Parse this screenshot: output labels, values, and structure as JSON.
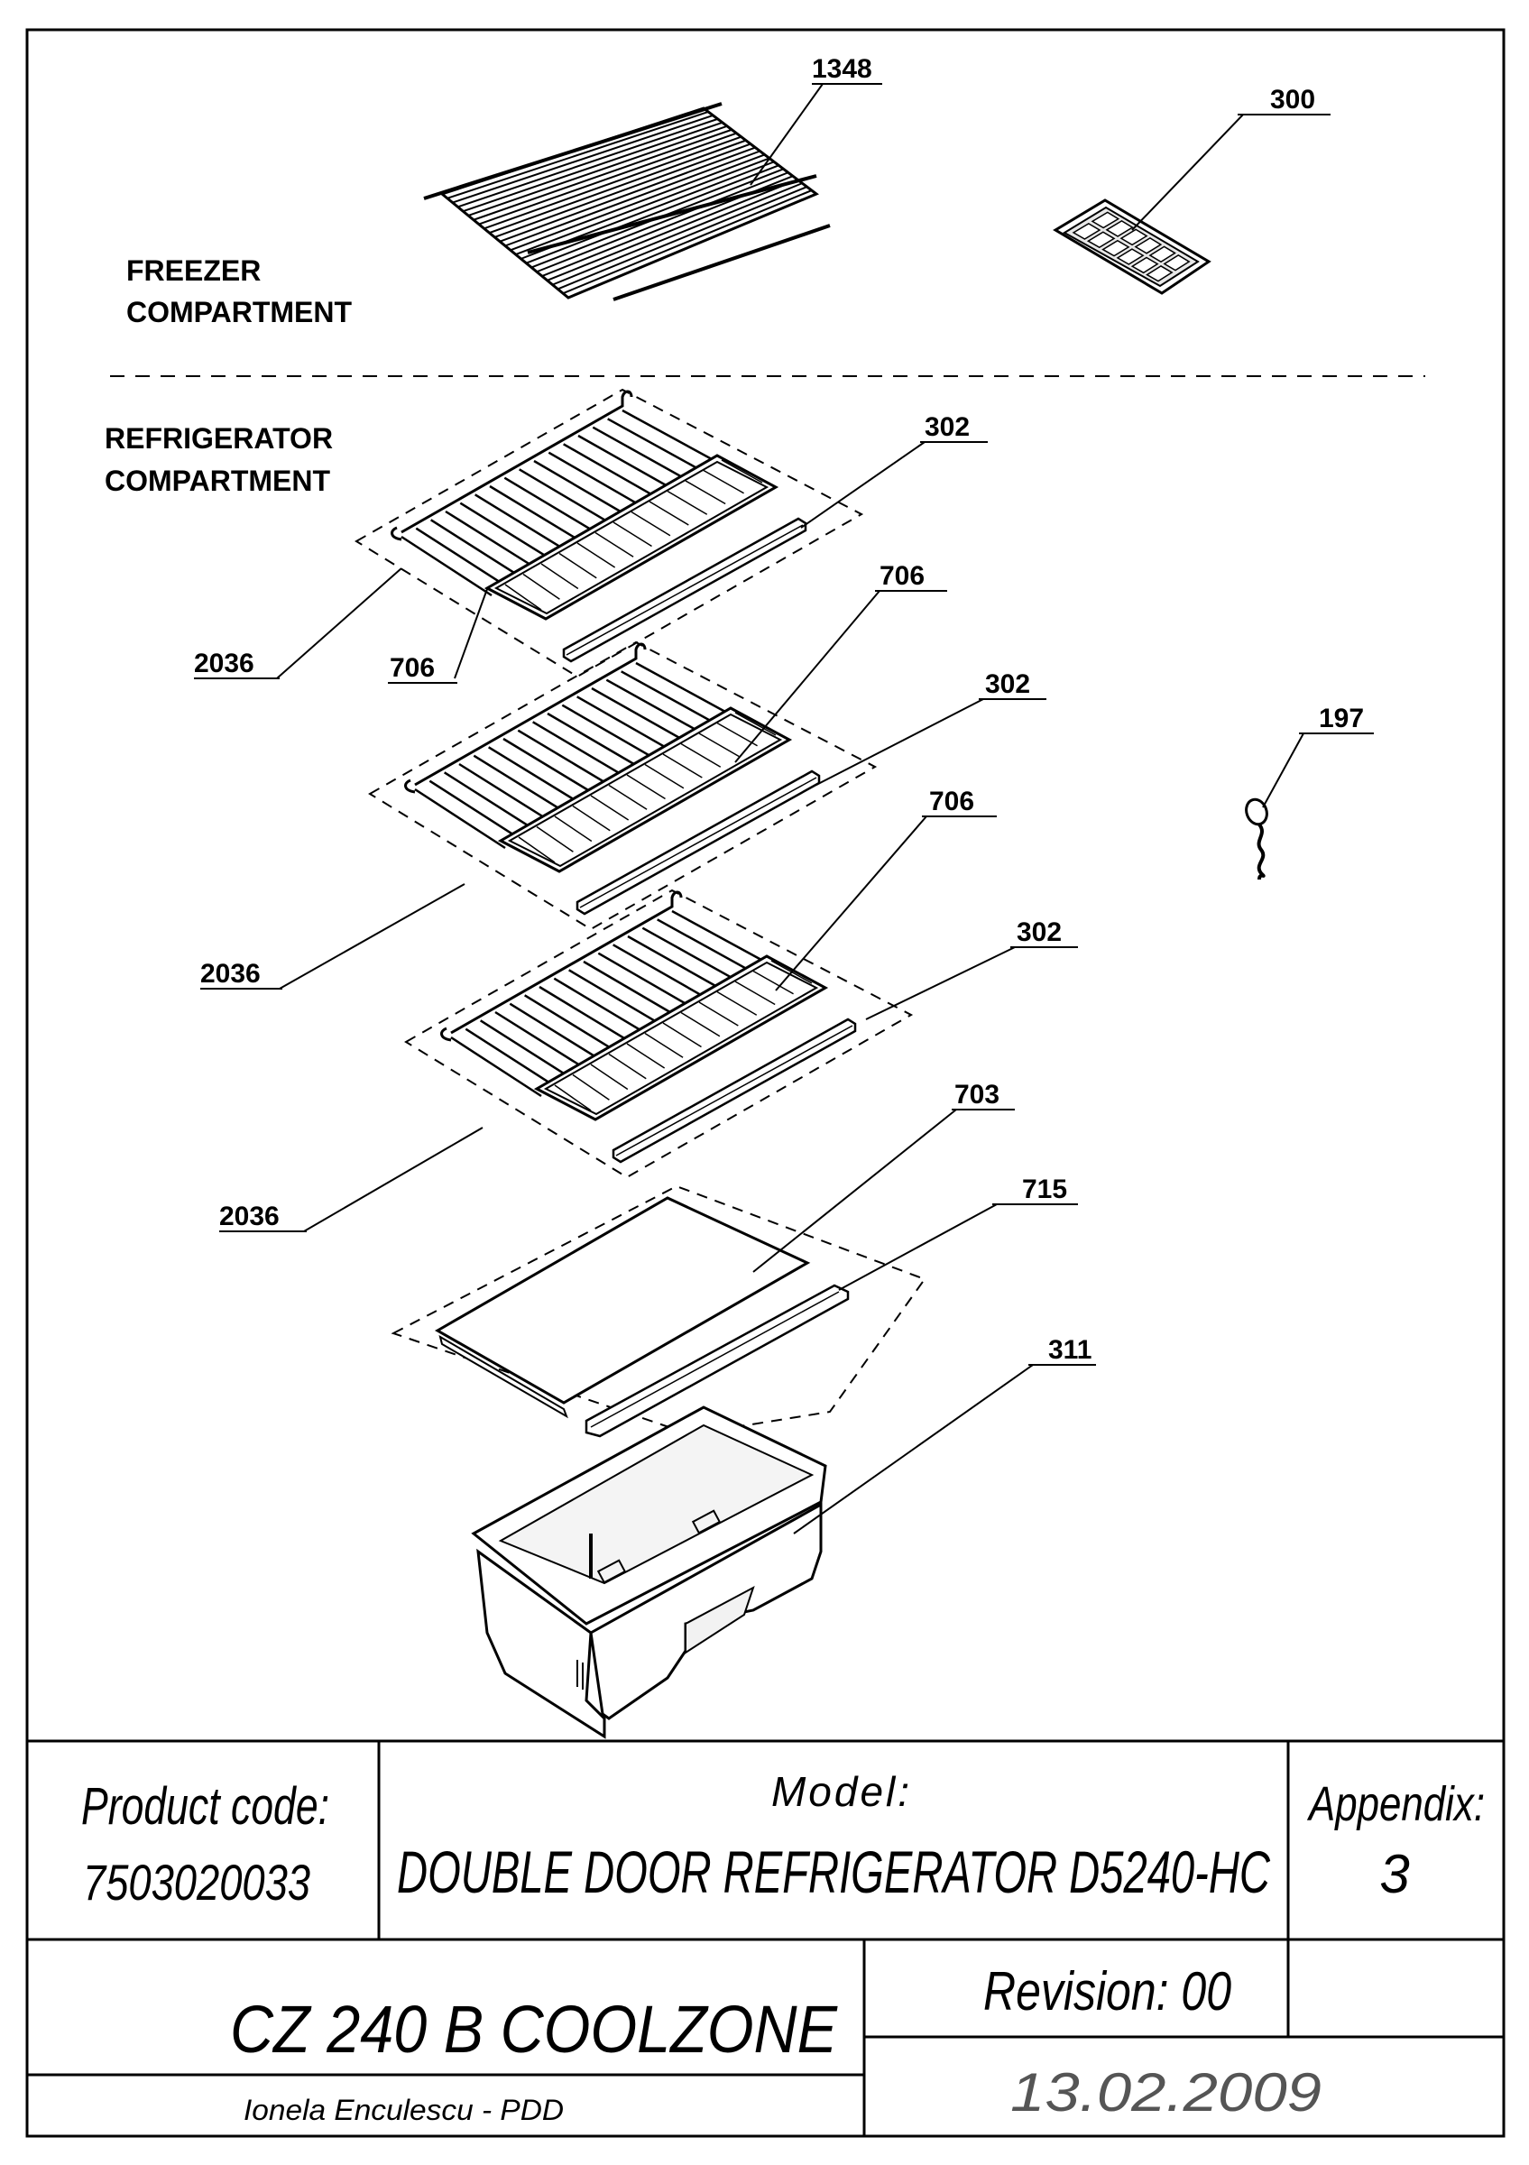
{
  "sections": {
    "freezer": [
      "FREEZER",
      "COMPARTMENT"
    ],
    "refrigerator": [
      "REFRIGERATOR",
      "COMPARTMENT"
    ]
  },
  "parts": {
    "wire_shelf_freezer": "1348",
    "ice_tray": "300",
    "shelf_front_profile_1": "302",
    "shelf_front_profile_2": "302",
    "shelf_front_profile_3": "302",
    "shelf_frame_1": "706",
    "shelf_frame_2": "706",
    "shelf_frame_3": "706",
    "shelf_assembly_1": "2036",
    "shelf_assembly_2": "2036",
    "shelf_assembly_3": "2036",
    "glass_shelf": "703",
    "glass_shelf_profile": "715",
    "crisper": "311",
    "drain_plug": "197"
  },
  "title_block": {
    "product_code_label": "Product code:",
    "product_code": "7503020033",
    "model_label": "Model:",
    "model": "DOUBLE DOOR REFRIGERATOR D5240-HC",
    "appendix_label": "Appendix:",
    "appendix": "3",
    "product_name": "CZ 240 B COOLZONE",
    "revision": "Revision: 00",
    "author": "Ionela Enculescu - PDD",
    "date": "13.02.2009"
  }
}
